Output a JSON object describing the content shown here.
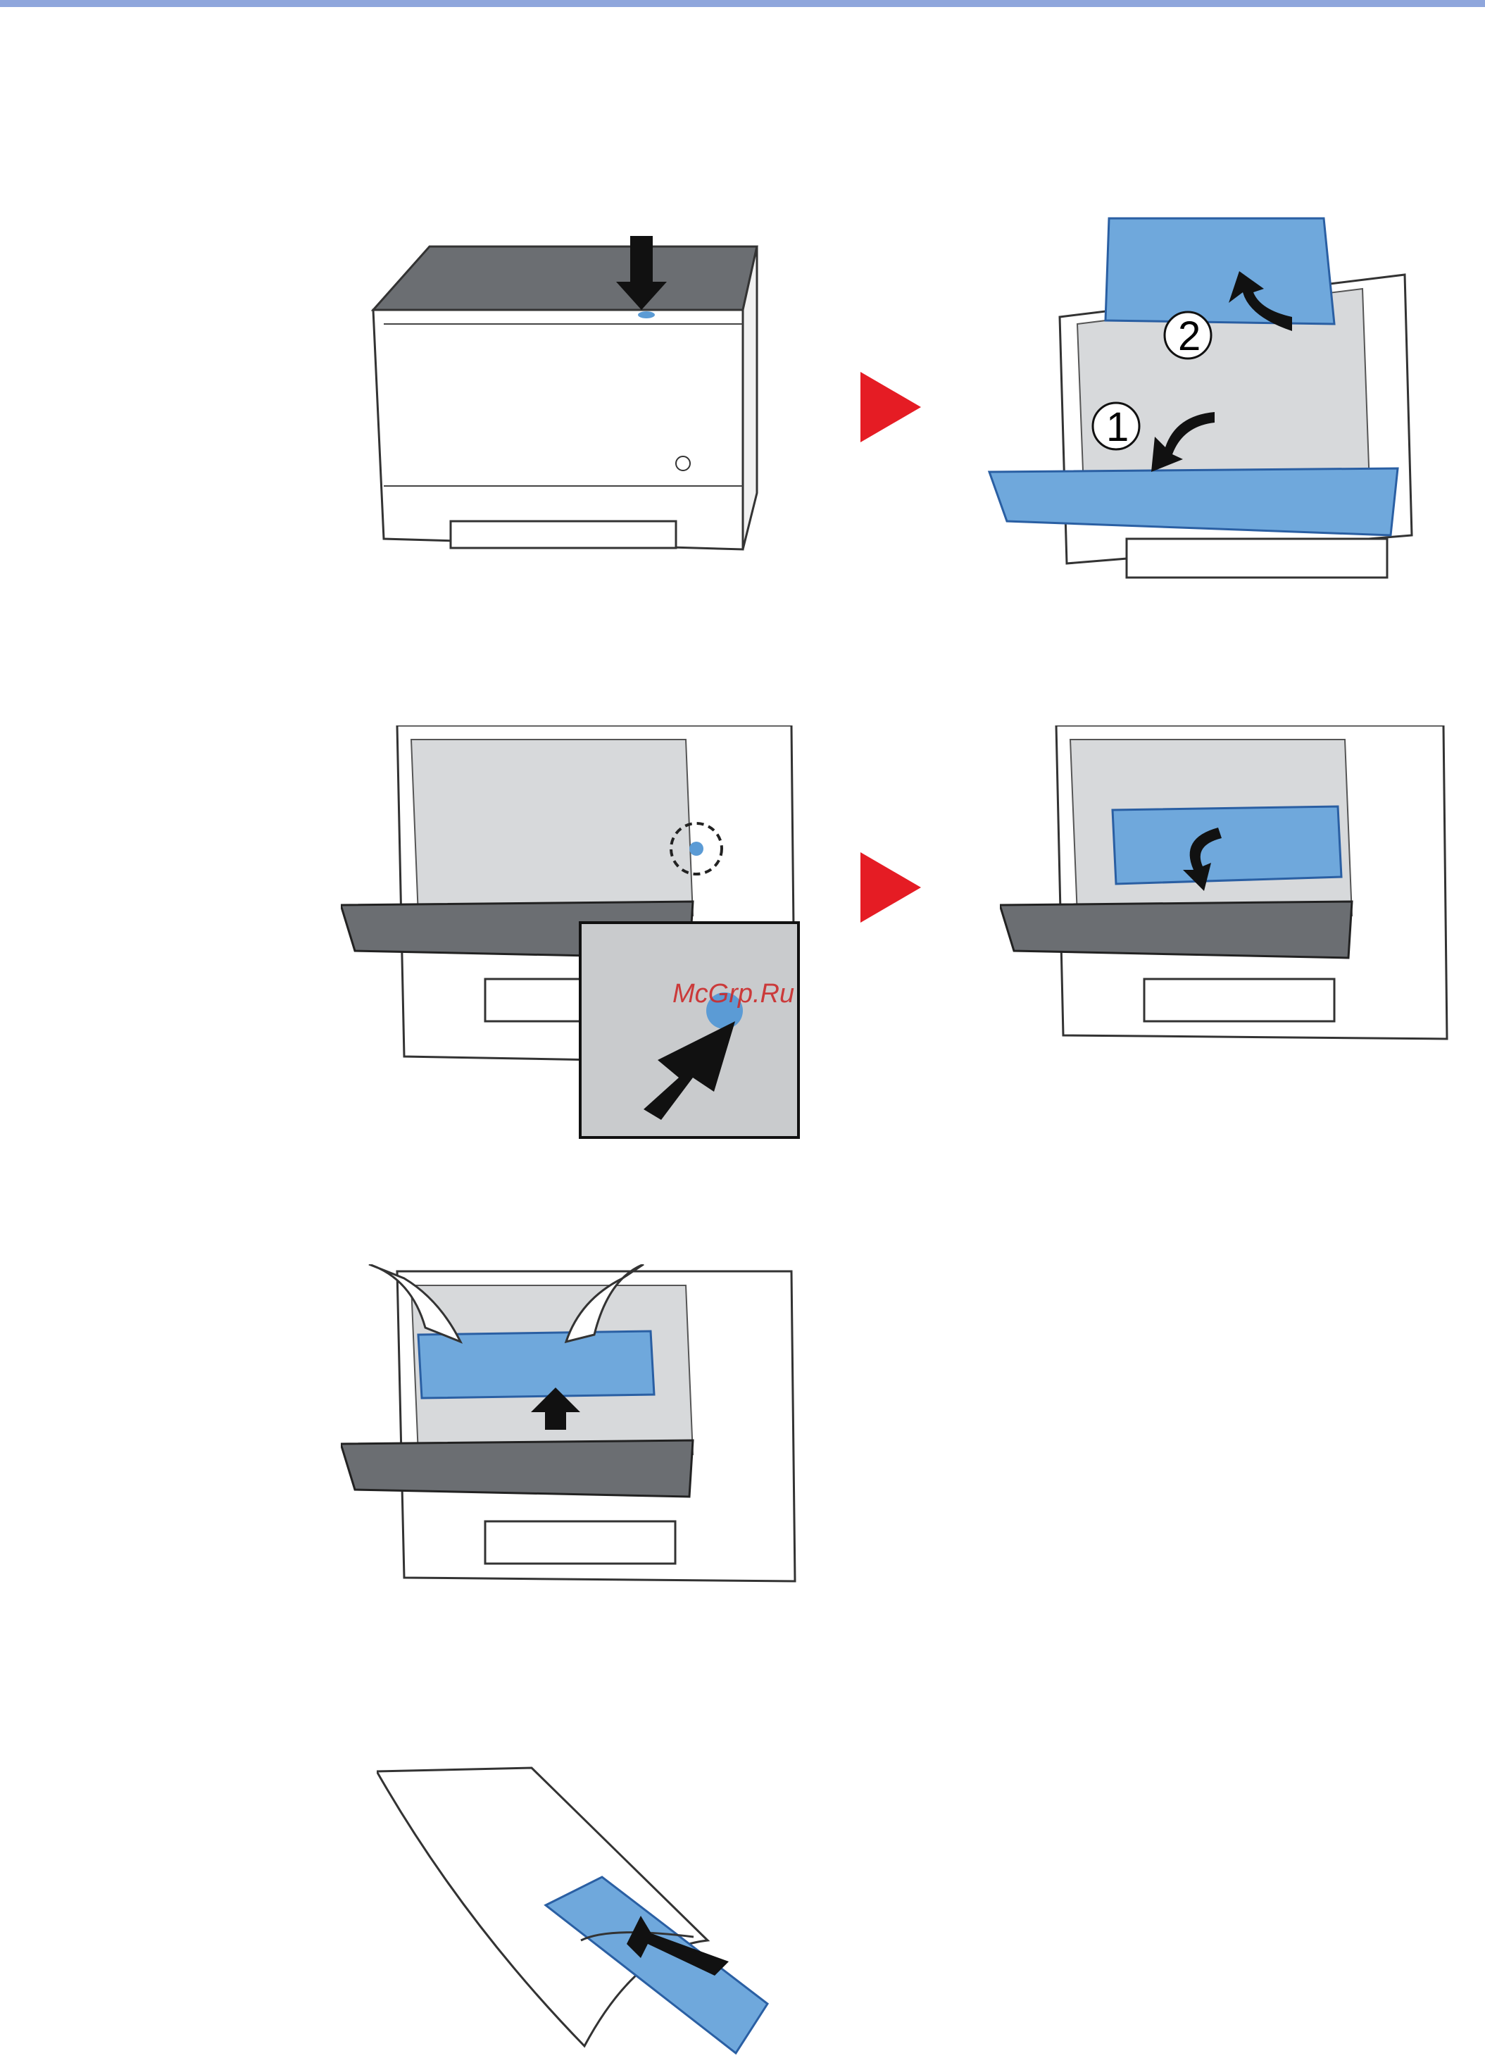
{
  "page": {
    "accent_color": "#8fa6dc",
    "step_arrow_color": "#e51c24",
    "part_color": "#5b9bd5"
  },
  "figures": [
    {
      "name": "printer-press-release-button",
      "arrow": "arrow-down-icon"
    },
    {
      "name": "printer-open-front-and-top-covers",
      "callouts": [
        "1",
        "2"
      ]
    },
    {
      "name": "printer-press-release-lever",
      "arrow": "arrow-up-right-icon"
    },
    {
      "name": "printer-rotate-toner-lock",
      "arrow": "arrow-curved-icon"
    },
    {
      "name": "printer-remove-toner-container",
      "arrow": "arrow-up-icon"
    },
    {
      "name": "toner-insert-into-bag",
      "arrow": "arrow-left-icon"
    }
  ],
  "callouts": {
    "one": "1",
    "two": "2"
  },
  "watermark": "McGrp.Ru"
}
